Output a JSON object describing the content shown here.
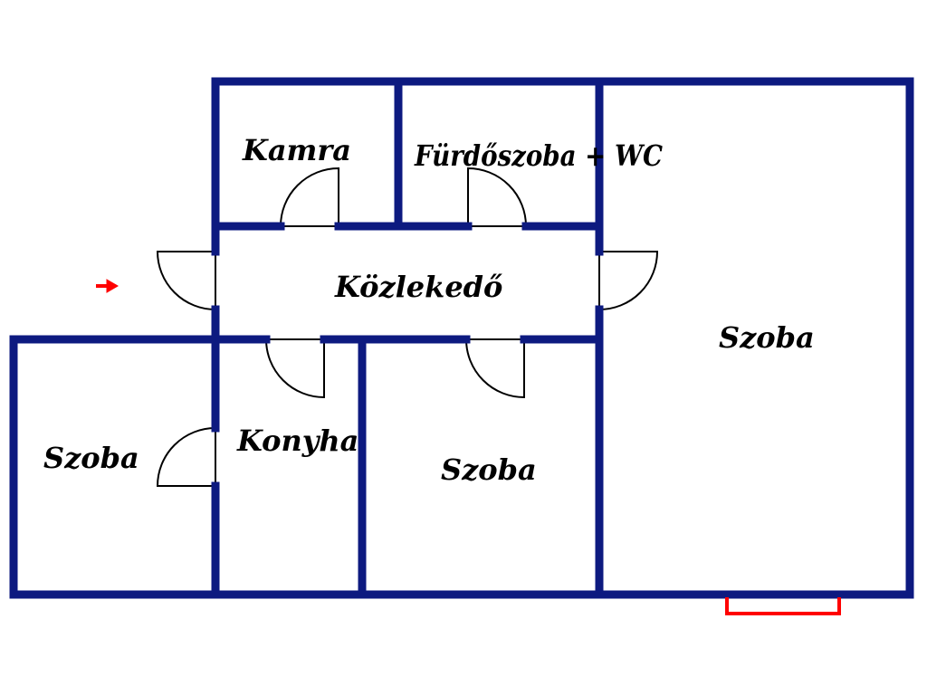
{
  "plan": {
    "wall_color": "#0d1a80",
    "accent_color": "#ff0000",
    "rooms": {
      "kamra": "Kamra",
      "furdo": "Fürdőszoba + WC",
      "kozlekedo": "Közlekedő",
      "szoba_large": "Szoba",
      "szoba_left": "Szoba",
      "konyha": "Konyha",
      "szoba_middle": "Szoba"
    },
    "icons": {
      "entrance": "entrance-arrow-icon"
    }
  }
}
